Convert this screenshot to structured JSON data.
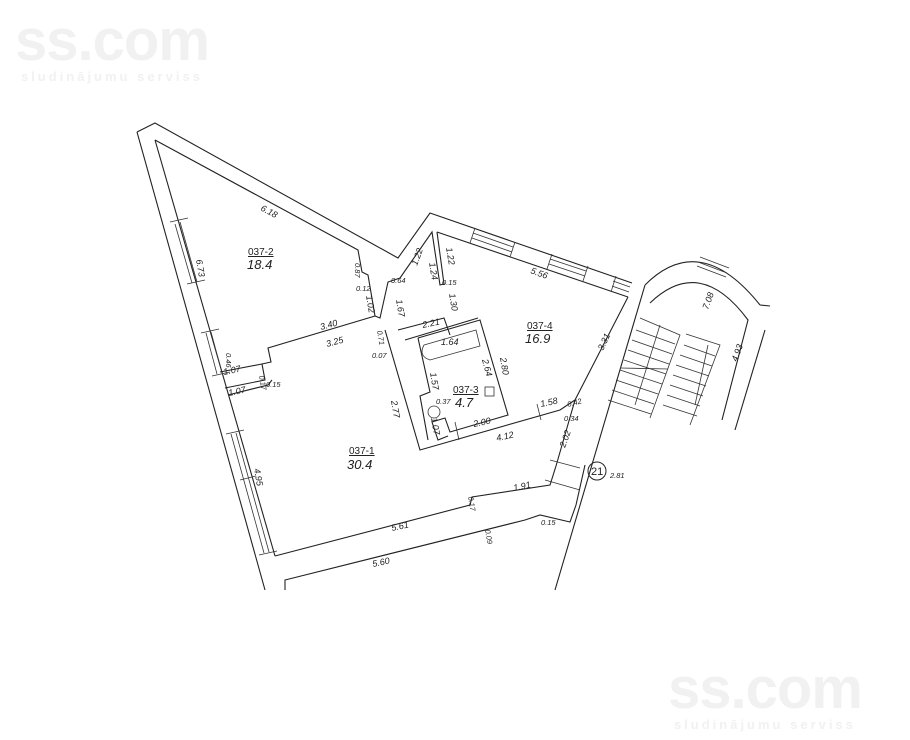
{
  "watermark": {
    "brand": "ss.com",
    "tagline": "sludinājumu serviss"
  },
  "rooms": [
    {
      "id": "037-2",
      "area": "18.4"
    },
    {
      "id": "037-4",
      "area": "16.9"
    },
    {
      "id": "037-3",
      "area": "4.7"
    },
    {
      "id": "037-1",
      "area": "30.4"
    }
  ],
  "stair_marker": {
    "number": "21",
    "value": "2.81"
  },
  "dimensions": [
    "6.18",
    "6.73",
    "0.87",
    "0.12",
    "1.02",
    "3.40",
    "3.25",
    "0.71",
    "0.07",
    "0.46",
    "1.07",
    "1.07",
    "0.17",
    "0.15",
    "0.64",
    "1.22",
    "1.24",
    "1.22",
    "0.15",
    "1.30",
    "1.67",
    "2.21",
    "1.64",
    "2.80",
    "2.64",
    "3.31",
    "5.56",
    "1.57",
    "0.37",
    "1.07",
    "2.00",
    "4.12",
    "1.58",
    "0.42",
    "0.34",
    "2.77",
    "2.02",
    "4.95",
    "1.91",
    "0.17",
    "5.61",
    "0.09",
    "0.15",
    "5.60",
    "7.08",
    "4.93"
  ]
}
